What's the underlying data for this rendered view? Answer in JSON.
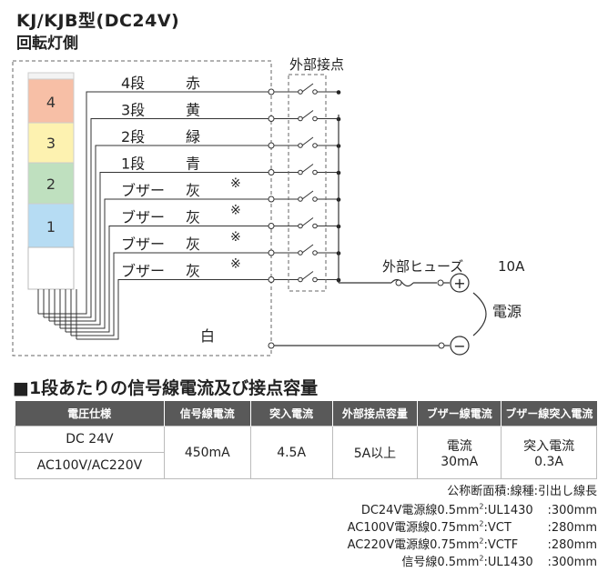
{
  "title": "KJ/KJB型(DC24V)",
  "subtitle": "回転灯側",
  "diagram": {
    "external_contacts_label": "外部接点",
    "tiers": [
      "4",
      "3",
      "2",
      "1"
    ],
    "wires": [
      {
        "name": "4段",
        "color": "赤",
        "mark": ""
      },
      {
        "name": "3段",
        "color": "黄",
        "mark": ""
      },
      {
        "name": "2段",
        "color": "緑",
        "mark": ""
      },
      {
        "name": "1段",
        "color": "青",
        "mark": ""
      },
      {
        "name": "ブザー",
        "color": "灰",
        "mark": "※"
      },
      {
        "name": "ブザー",
        "color": "灰",
        "mark": "※"
      },
      {
        "name": "ブザー",
        "color": "灰",
        "mark": "※"
      },
      {
        "name": "ブザー",
        "color": "灰",
        "mark": "※"
      }
    ],
    "common_wire": "白",
    "fuse_label": "外部ヒューズ",
    "fuse_rating": "10A",
    "power_label": "電源",
    "plus_symbol": "+",
    "minus_symbol": "−"
  },
  "section_title": "■1段あたりの信号線電流及び接点容量",
  "table": {
    "headers": [
      "電圧仕様",
      "信号線電流",
      "突入電流",
      "外部接点容量",
      "ブザー線電流",
      "ブザー線突入電流"
    ],
    "voltage_dc": "DC 24V",
    "voltage_ac": "AC100V/AC220V",
    "signal_current": "450mA",
    "inrush_current": "4.5A",
    "contact_capacity": "5A以上",
    "buzzer_current": [
      "電流",
      "30mA"
    ],
    "buzzer_inrush": [
      "突入電流",
      "0.3A"
    ]
  },
  "notes": {
    "header": "公称断面積:線種:引出し線長",
    "rows": [
      {
        "spec": "DC24V",
        "wire": "電源線0.5mm",
        "sup": "2",
        "type": ":UL1430",
        "length": ":300mm"
      },
      {
        "spec": "AC100V",
        "wire": "電源線0.75mm",
        "sup": "2",
        "type": ":VCT",
        "length": ":280mm"
      },
      {
        "spec": "AC220V",
        "wire": "電源線0.75mm",
        "sup": "2",
        "type": ":VCTF",
        "length": ":280mm"
      },
      {
        "spec": "",
        "wire": "信号線0.5mm",
        "sup": "2",
        "type": ":UL1430",
        "length": ":300mm"
      }
    ]
  }
}
